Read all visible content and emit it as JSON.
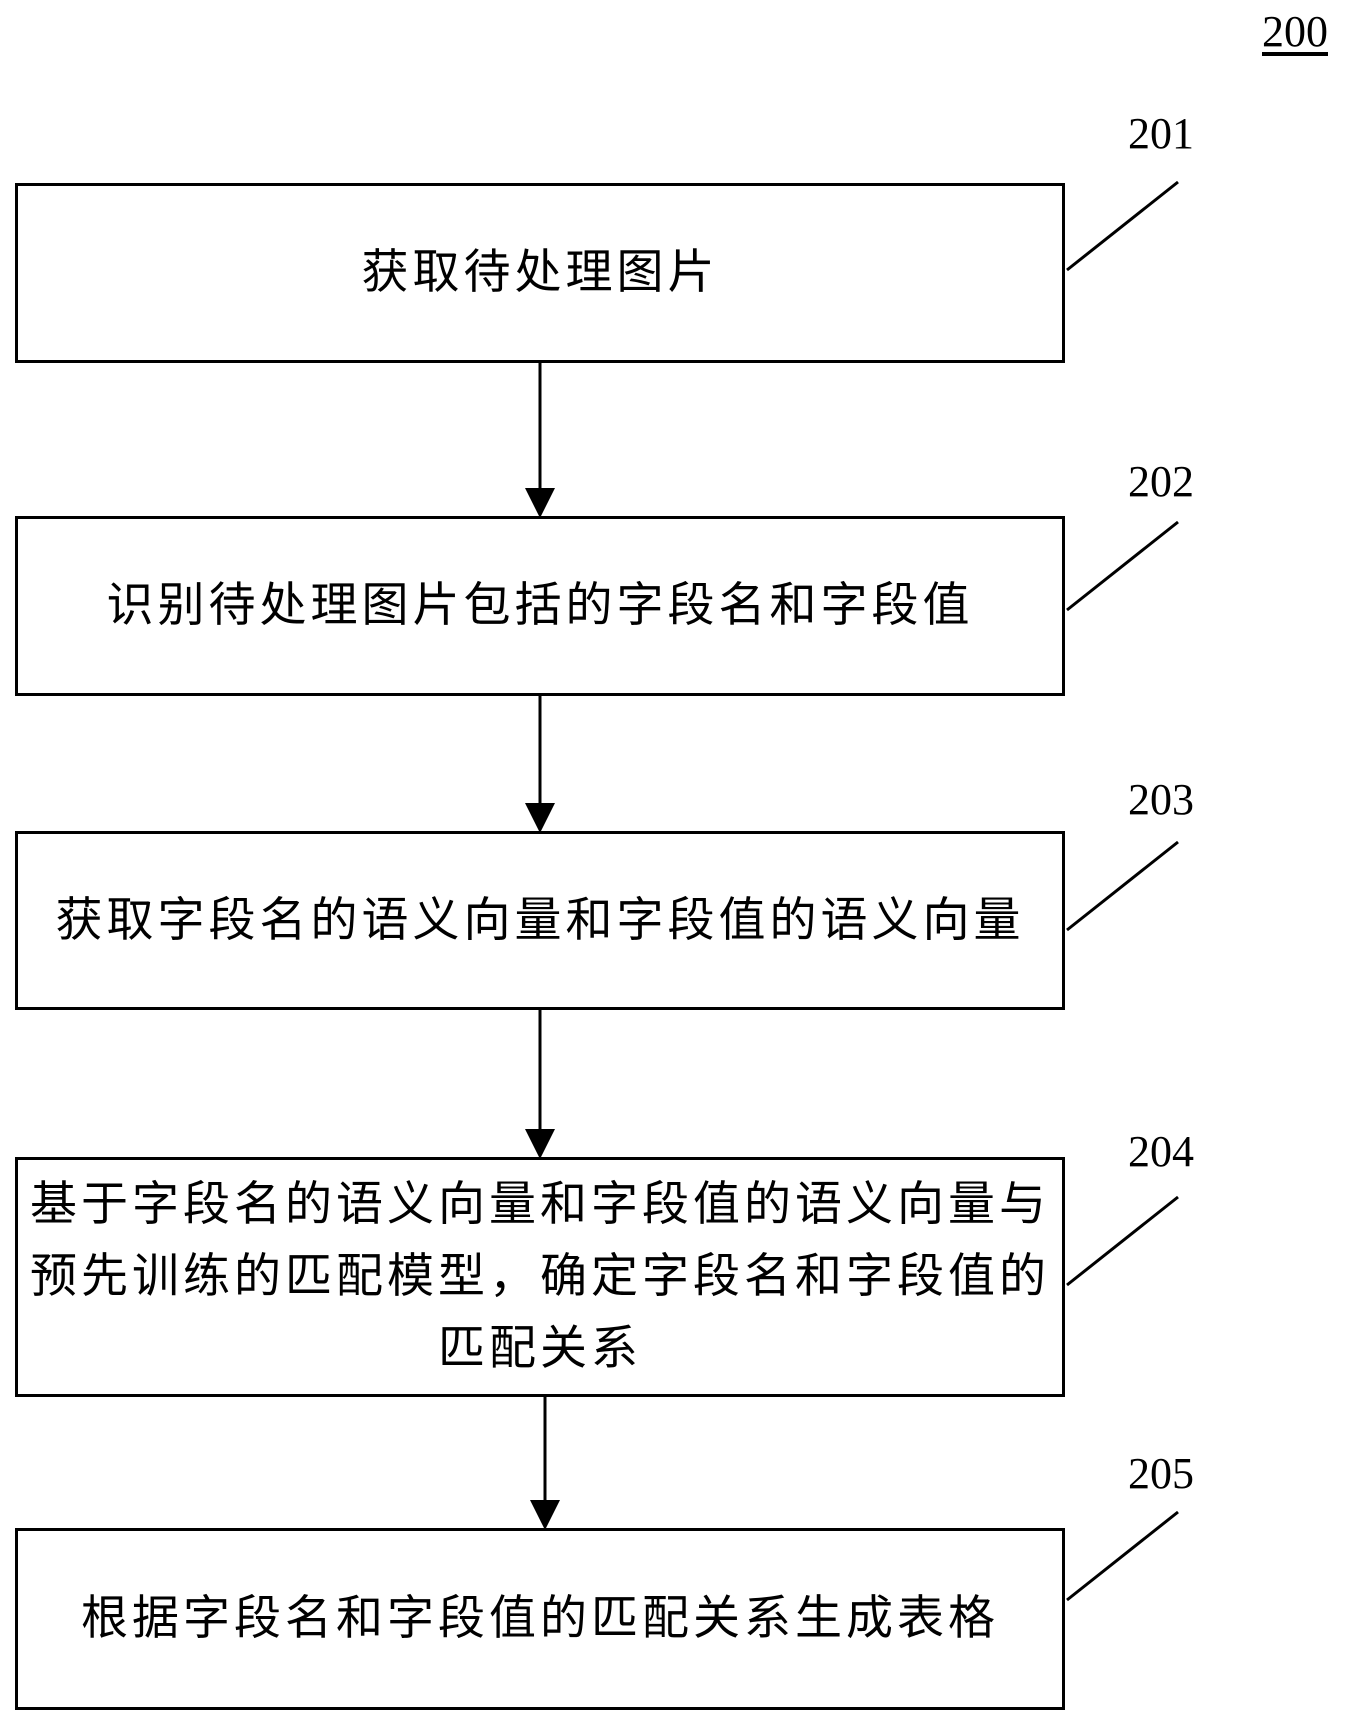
{
  "figure_number": "200",
  "steps": [
    {
      "ref": "201",
      "text": "获取待处理图片"
    },
    {
      "ref": "202",
      "text": "识别待处理图片包括的字段名和字段值"
    },
    {
      "ref": "203",
      "text": "获取字段名的语义向量和字段值的语义向量"
    },
    {
      "ref": "204",
      "text": "基于字段名的语义向量和字段值的语义向量与预先训练的匹配模型，确定字段名和字段值的匹配关系"
    },
    {
      "ref": "205",
      "text": "根据字段名和字段值的匹配关系生成表格"
    }
  ]
}
